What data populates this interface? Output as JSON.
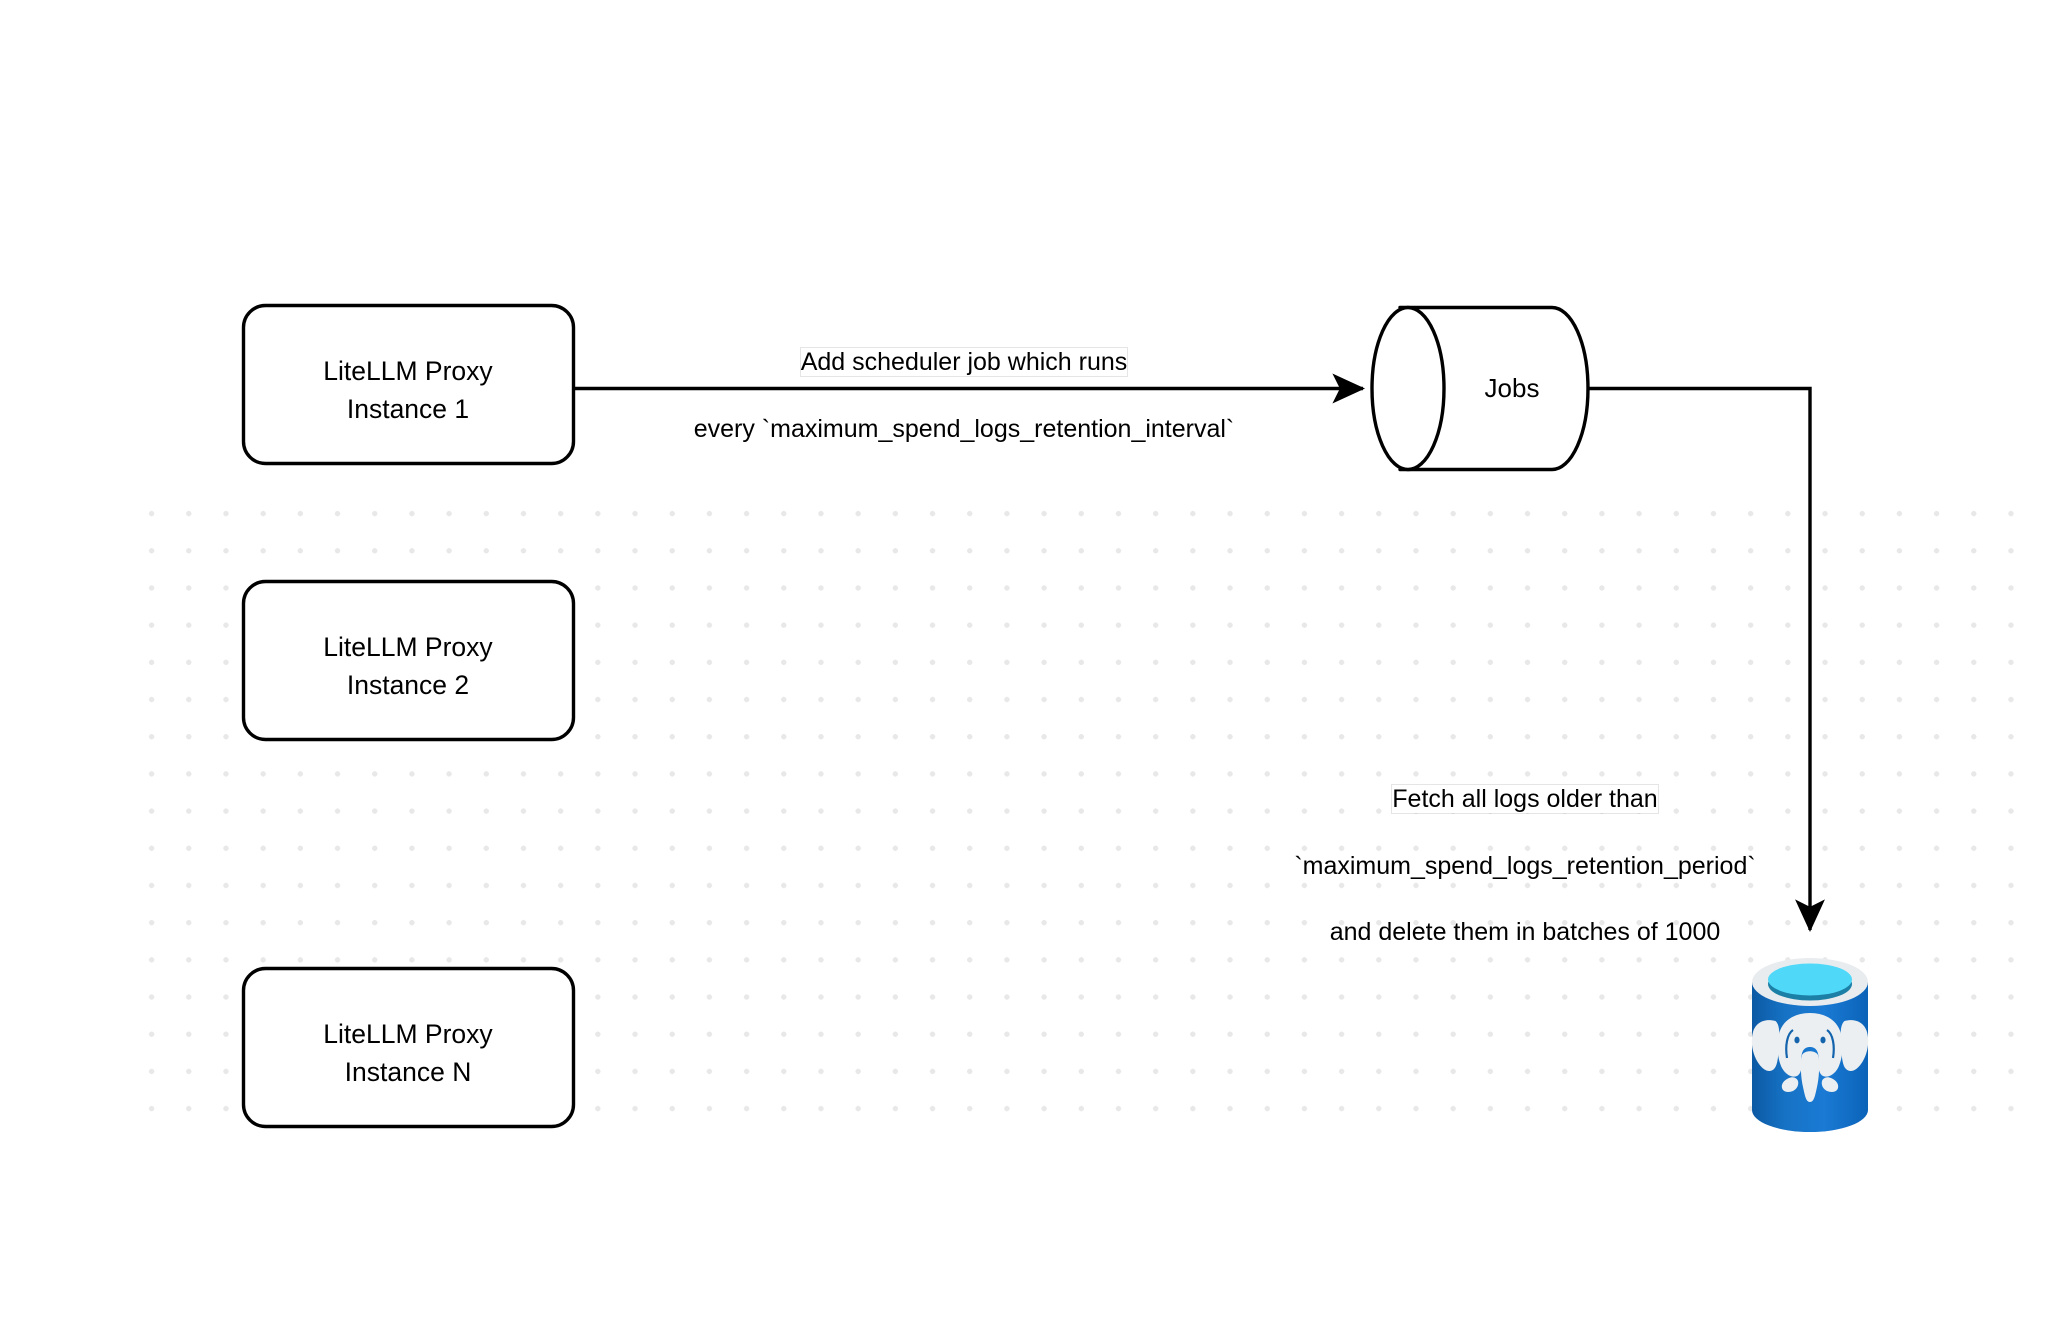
{
  "diagram": {
    "title": "LiteLLM spend logs retention scheduler flow",
    "background_color": "#ffffff",
    "grid_dot_color": "#e8e8e8",
    "stroke_color": "#000000",
    "nodes": [
      {
        "id": "proxy-1",
        "shape": "rounded-rect",
        "label": "LiteLLM Proxy\nInstance 1"
      },
      {
        "id": "proxy-2",
        "shape": "rounded-rect",
        "label": "LiteLLM Proxy\nInstance 2"
      },
      {
        "id": "proxy-n",
        "shape": "rounded-rect",
        "label": "LiteLLM Proxy\nInstance N"
      },
      {
        "id": "jobs",
        "shape": "cylinder-horizontal",
        "label": "Jobs"
      },
      {
        "id": "postgres",
        "shape": "database-logo",
        "label": "",
        "icon": "postgresql-elephant-icon"
      }
    ],
    "edges": [
      {
        "id": "edge-scheduler",
        "from": "proxy-1",
        "to": "jobs",
        "label_line_1": "Add scheduler job which runs",
        "label_line_2": "every `maximum_spend_logs_retention_interval`"
      },
      {
        "id": "edge-delete",
        "from": "jobs",
        "to": "postgres",
        "label_line_1": "Fetch all logs older than",
        "label_line_2": "`maximum_spend_logs_retention_period`",
        "label_line_3": "and delete them in batches of 1000"
      }
    ],
    "postgres_colors": {
      "body": "#1464ad",
      "body_light": "#1a7ad4",
      "rim": "#e8e8e8",
      "top_fill": "#4fd8f7",
      "inner_shadow": "#1a7fa8",
      "elephant": "#eceff1"
    }
  }
}
